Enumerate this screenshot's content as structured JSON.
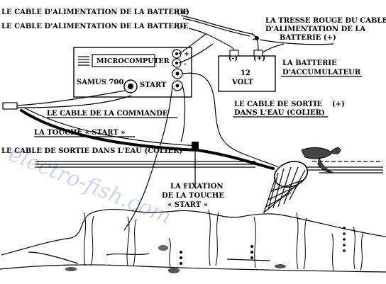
{
  "labels": {
    "cable_batt_plus": "LE CABLE D'ALIMENTATION DE LA BATTERIE",
    "cable_batt_plus_sign": "(+)",
    "cable_batt_minus": "LE CABLE D'ALIMENTATION DE LA BATTERIE",
    "cable_batt_minus_sign": "(-)",
    "tresse_l1": "LA TRESSE ROUGE DU CABLE",
    "tresse_l2": "D'ALIMENTATION DE LA",
    "tresse_l3": "BATTERIE (+)",
    "batterie_l1": "LA BATTERIE",
    "batterie_l2": "D'ACCUMULATEUR",
    "cable_commande": "LE CABLE DE LA COMMANDE",
    "sortie_plus_l1": "LE CABLE DE SORTIE",
    "sortie_plus_l2": "DANS L'EAU (COLIER)",
    "sortie_plus_sign": "(+)",
    "touche_start": "LA TOUCHE « START »",
    "sortie_minus": "LE CABLE DE SORTIE DANS L'EAU (COLIER)",
    "fixation_l1": "LA FIXATION",
    "fixation_l2": "DE LA TOUCHE",
    "fixation_l3": "« START »"
  },
  "device": {
    "display": "MICROCOMPUTER",
    "model": "SAMUS 700",
    "start": "START",
    "terminal_plus": "+",
    "terminal_minus": "-"
  },
  "battery": {
    "minus_terminal": "(-)",
    "plus_terminal": "(+)",
    "voltage_value": "12",
    "voltage_unit": "VOLT"
  },
  "watermark": "electro-fish.com",
  "colors": {
    "line": "#000000",
    "watermark": "#8fa3d8",
    "background": "#ffffff"
  }
}
